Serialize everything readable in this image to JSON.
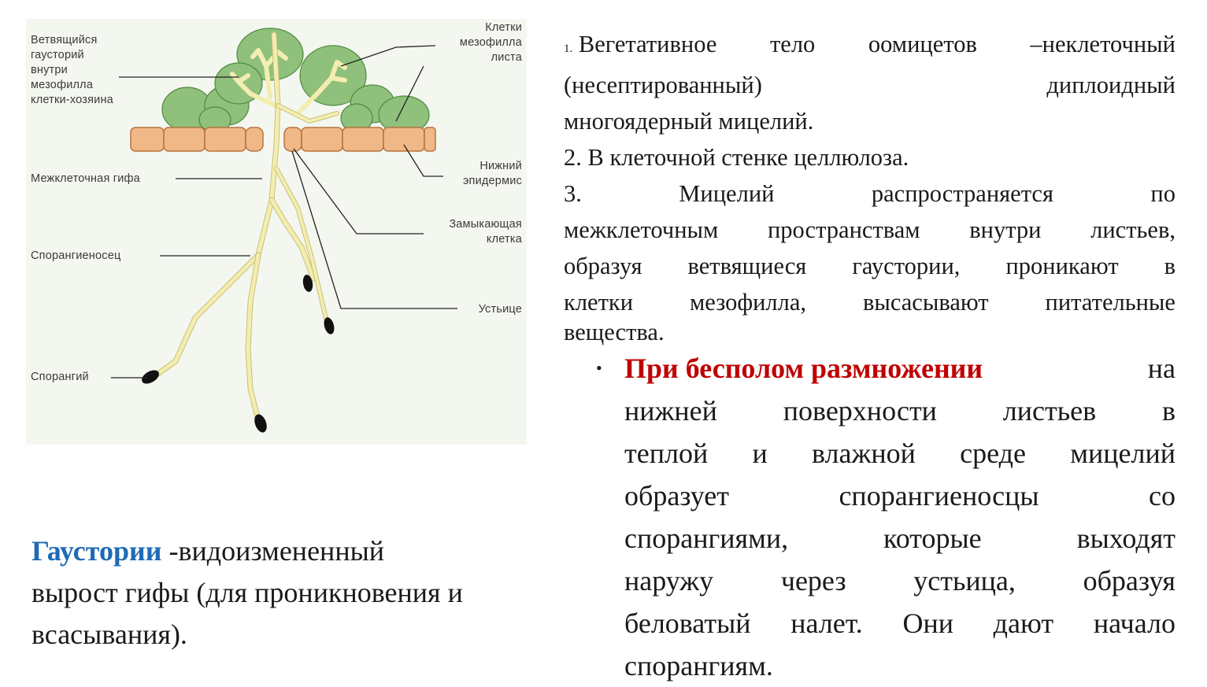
{
  "diagram": {
    "labels": {
      "branching_haustorium": [
        "Ветвящийся",
        "гаусторий",
        "внутри",
        "мезофилла",
        "клетки-хозяина"
      ],
      "mesophyll_cells": [
        "Клетки",
        "мезофилла",
        "листа"
      ],
      "intercellular_hypha": "Межклеточная гифа",
      "lower_epidermis": [
        "Нижний",
        "эпидермис"
      ],
      "guard_cell": [
        "Замыкающая",
        "клетка"
      ],
      "sporangiophore": "Спорангиеносец",
      "stoma": "Устьице",
      "sporangium": "Спорангий"
    },
    "colors": {
      "cell_green": "#8fc07c",
      "cell_stroke": "#4e8a3e",
      "epidermis": "#f0b886",
      "epidermis_stroke": "#b8733f",
      "hypha": "#f3eeb0",
      "hypha_stroke": "#c9c07a",
      "sporangium": "#111111"
    }
  },
  "text": {
    "p1_num": "1.",
    "p1_line1": [
      "Вегетативное",
      "тело",
      "оомицетов",
      "–неклеточный"
    ],
    "p1_line2": [
      "(несептированный)",
      "диплоидный"
    ],
    "p1_line3": "многоядерный мицелий.",
    "p2": "2. В клеточной стенке целлюлоза.",
    "p3_line1": [
      "3.",
      "Мицелий",
      "распространяется",
      "по"
    ],
    "p3_line2": [
      "межклеточным",
      "пространствам",
      "внутри",
      "листьев,"
    ],
    "p3_line3": [
      "образуя",
      "ветвящиеся",
      "гаустории,",
      "проникают",
      "в"
    ],
    "p3_line4": [
      "клетки",
      "мезофилла,",
      "высасывают",
      "питательные"
    ],
    "p3_line5": "вещества."
  },
  "bullet": {
    "marker": "•",
    "highlight": "При бесполом размножении",
    "line1_rest": "на",
    "line2": [
      "нижней",
      "поверхности",
      "листьев",
      "в"
    ],
    "line3": [
      "теплой",
      "и",
      "влажной",
      "среде",
      "мицелий"
    ],
    "line4": [
      "образует",
      "спорангиеносцы",
      "со"
    ],
    "line5": [
      "спорангиями,",
      "которые",
      "выходят"
    ],
    "line6": [
      "наружу",
      "через",
      "устьица,",
      "образуя"
    ],
    "line7": [
      "беловатый",
      "налет.",
      "Они",
      "дают",
      "начало"
    ],
    "line8": "спорангиям."
  },
  "haustoria": {
    "term": "Гаустории",
    "line1_rest": " -видоизмененный",
    "line2": "вырост гифы (для проникновения и",
    "line3": "всасывания)."
  }
}
